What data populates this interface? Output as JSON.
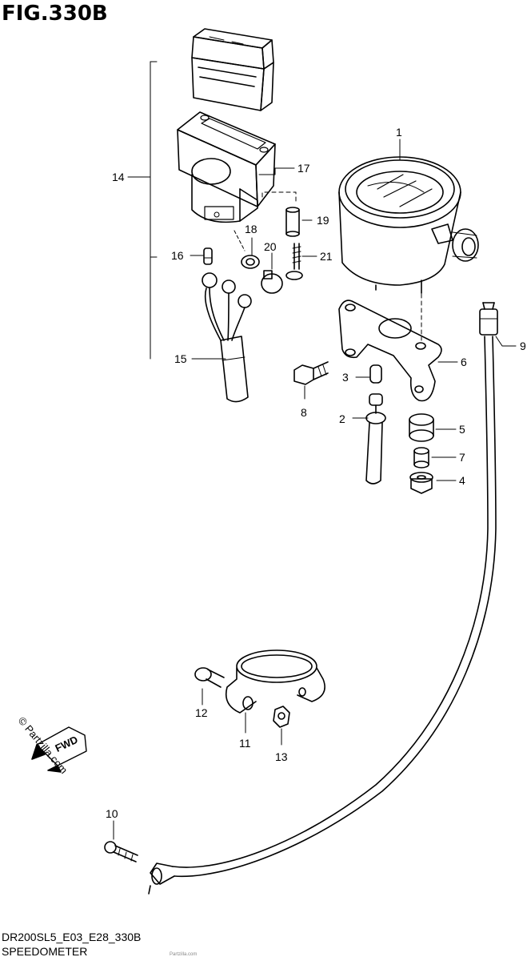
{
  "figure": {
    "title": "FIG.330B",
    "code": "DR200SL5_E03_E28_330B",
    "name": "SPEEDOMETER",
    "fwd_label": "FWD",
    "copyright": "© Partzilla.com",
    "watermark": "Partzilla.com"
  },
  "callouts": {
    "c1": "1",
    "c2": "2",
    "c3": "3",
    "c4": "4",
    "c5": "5",
    "c6": "6",
    "c7": "7",
    "c8": "8",
    "c9": "9",
    "c10": "10",
    "c11": "11",
    "c12": "12",
    "c13": "13",
    "c14": "14",
    "c15": "15",
    "c16": "16",
    "c17": "17",
    "c18": "18",
    "c19": "19",
    "c20": "20",
    "c21": "21"
  }
}
